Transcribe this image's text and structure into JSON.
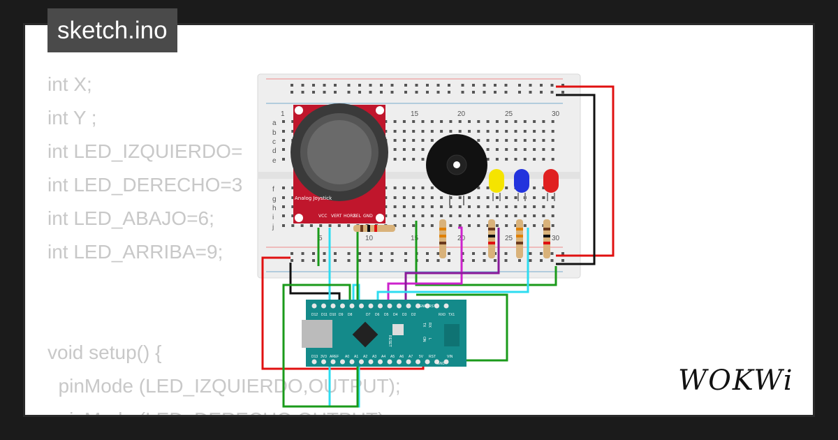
{
  "tab": {
    "title": "sketch.ino"
  },
  "code_lines": [
    "int X;",
    "int Y ;",
    "int LED_IZQUIERDO=",
    "int LED_DERECHO=3",
    "int LED_ABAJO=6;",
    "int LED_ARRIBA=9;",
    "",
    "",
    "void setup() {",
    "  pinMode (LED_IZQUIERDO,OUTPUT);",
    "  pinMode (LED_DERECHO,OUTPUT);"
  ],
  "breadboard": {
    "column_numbers": [
      "1",
      "5",
      "10",
      "15",
      "20",
      "25",
      "30"
    ],
    "rows_top": [
      "a",
      "b",
      "c",
      "d",
      "e"
    ],
    "rows_bottom": [
      "f",
      "g",
      "h",
      "i",
      "j"
    ]
  },
  "joystick": {
    "label": "Analog Joystick",
    "pins": [
      "VCC",
      "VERT",
      "HORZ",
      "SEL",
      "GND"
    ]
  },
  "arduino": {
    "top_pins": [
      "D12",
      "D11",
      "D10",
      "D9",
      "D8",
      "D7",
      "D6",
      "D5",
      "D4",
      "D3",
      "D2",
      "GND",
      "RST",
      "RX0",
      "TX1"
    ],
    "bottom_pins": [
      "D13",
      "3V3",
      "AREF",
      "A0",
      "A1",
      "A2",
      "A3",
      "A4",
      "A5",
      "A6",
      "A7",
      "5V",
      "RST",
      "GND",
      "VIN"
    ],
    "labels": [
      "RESET",
      "TX",
      "RX",
      "ON",
      "L"
    ]
  },
  "leds": [
    {
      "name": "yellow-led",
      "color": "#f5e400"
    },
    {
      "name": "blue-led",
      "color": "#2233dd"
    },
    {
      "name": "red-led",
      "color": "#e02020"
    }
  ],
  "brand": {
    "logo": "WOKWi"
  }
}
